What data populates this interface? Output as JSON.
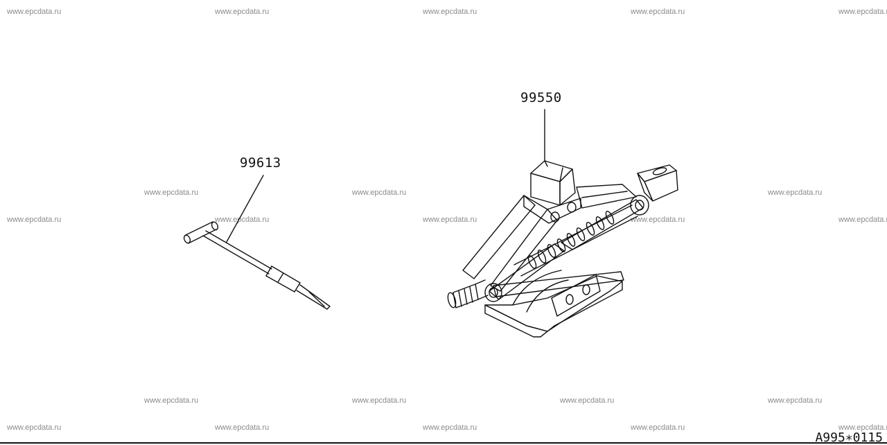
{
  "watermark": "www.epcdata.ru",
  "parts": {
    "wrench": {
      "number": "99613"
    },
    "jack": {
      "number": "99550"
    }
  },
  "reference_code": "A995∗0115",
  "colors": {
    "line": "#111111",
    "watermark": "#8a8a8a",
    "background": "#ffffff"
  }
}
